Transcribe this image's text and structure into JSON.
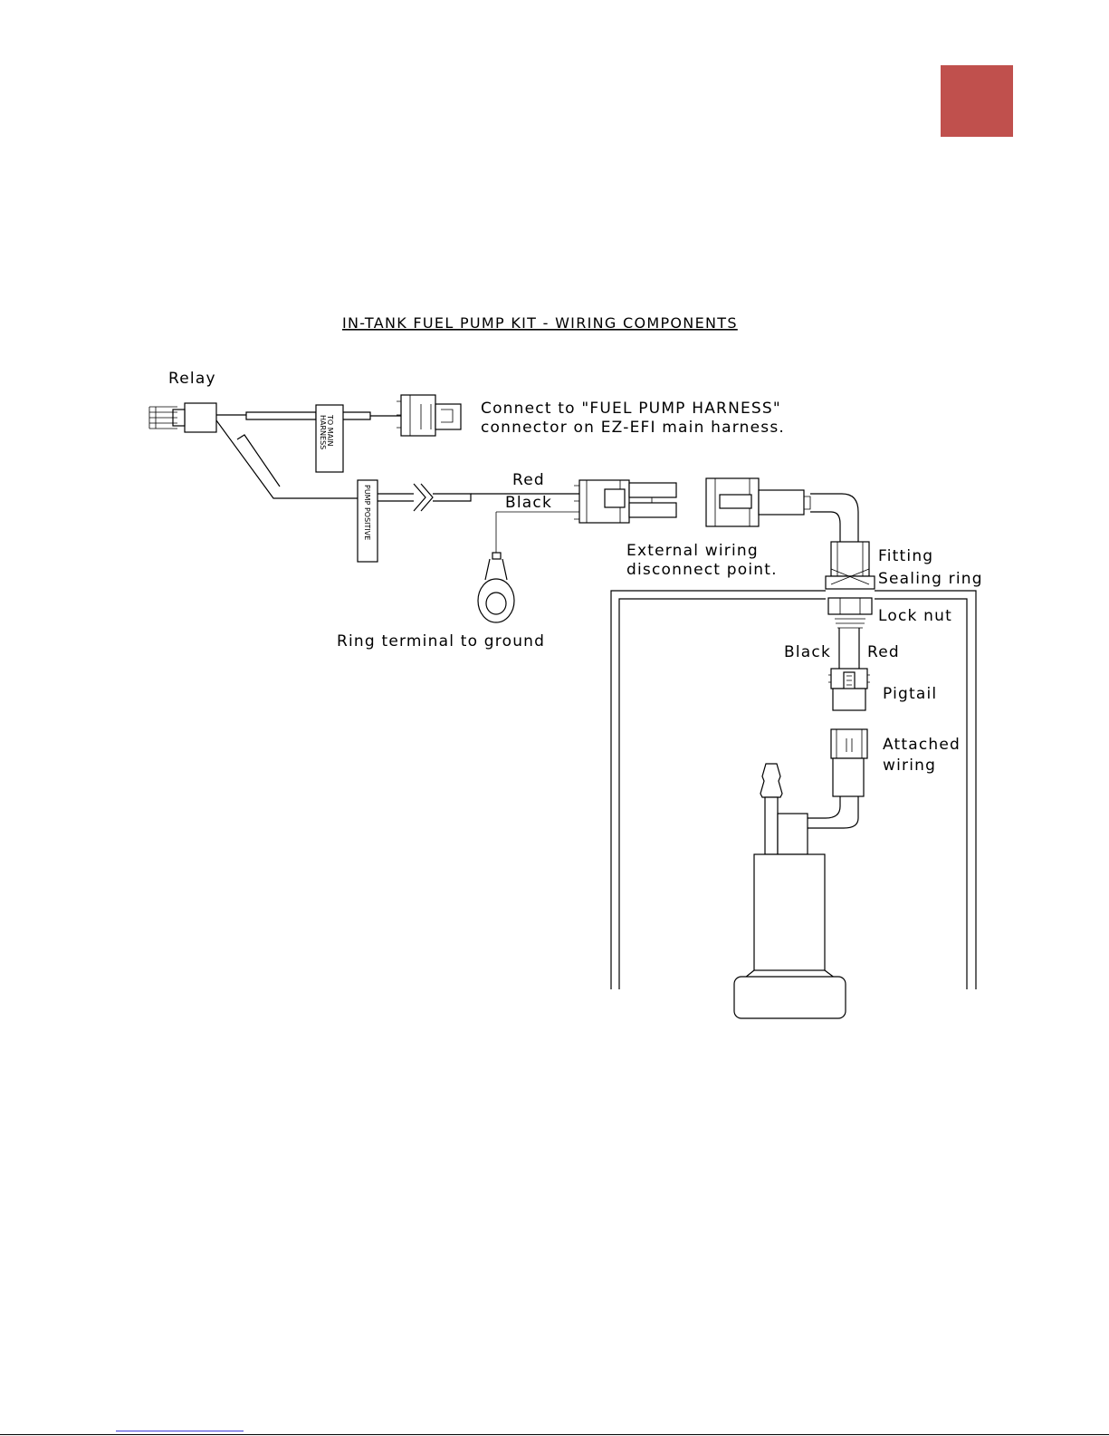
{
  "diagram": {
    "title": "IN-TANK FUEL PUMP KIT -  WIRING COMPONENTS",
    "labels": {
      "relay": "Relay",
      "connect_line1": "Connect to \"FUEL PUMP HARNESS\"",
      "connect_line2": "connector on EZ-EFI main harness.",
      "red_wire": "Red",
      "black_wire": "Black",
      "external_line1": "External wiring",
      "external_line2": "disconnect point.",
      "ring_terminal": "Ring terminal to ground",
      "fitting": "Fitting",
      "sealing_ring": "Sealing ring",
      "lock_nut": "Lock nut",
      "black_lead": "Black",
      "red_lead": "Red",
      "pigtail": "Pigtail",
      "attached_line1": "Attached",
      "attached_line2": "wiring"
    },
    "tags": {
      "to_main_1": "TO MAIN",
      "to_main_2": "HARNESS",
      "pump_positive": "PUMP POSITIVE"
    }
  },
  "colors": {
    "tab_marker": "#c0504d",
    "footer_link": "#3b3bd8"
  }
}
